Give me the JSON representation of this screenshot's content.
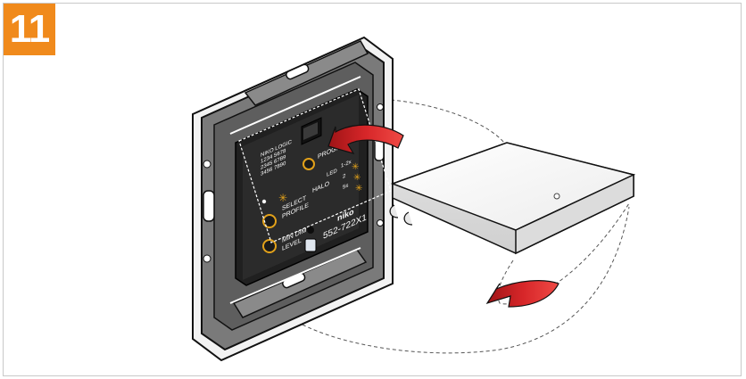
{
  "step": {
    "number": "11"
  },
  "device": {
    "program_label": "PROGRAM",
    "select_profile_label_line1": "SELECT",
    "select_profile_label_line2": "PROFILE",
    "min_dim_label_line1": "MIN DIM",
    "min_dim_label_line2": "LEVEL",
    "halo_label": "HALO",
    "led_label": "LED",
    "brand": "niko",
    "model": "552-722X1",
    "press_1x": "1-2x",
    "press_2x": "2",
    "press_5x": "5s",
    "code_lines": [
      "NIKO LOGIC",
      "1234 5678",
      "2345 6789",
      "3456 7890"
    ]
  },
  "colors": {
    "badge": "#f08a1c",
    "arrow_red": "#d72629",
    "led_ring": "#e2a11a",
    "device_body": "#2b2b2b",
    "frame_metal": "#6f6f6f",
    "cover": "#f7f7f7"
  },
  "icons": [
    "curved-arrow-up-icon",
    "curved-arrow-down-icon",
    "asterisk-icon",
    "led-dot-icon"
  ]
}
